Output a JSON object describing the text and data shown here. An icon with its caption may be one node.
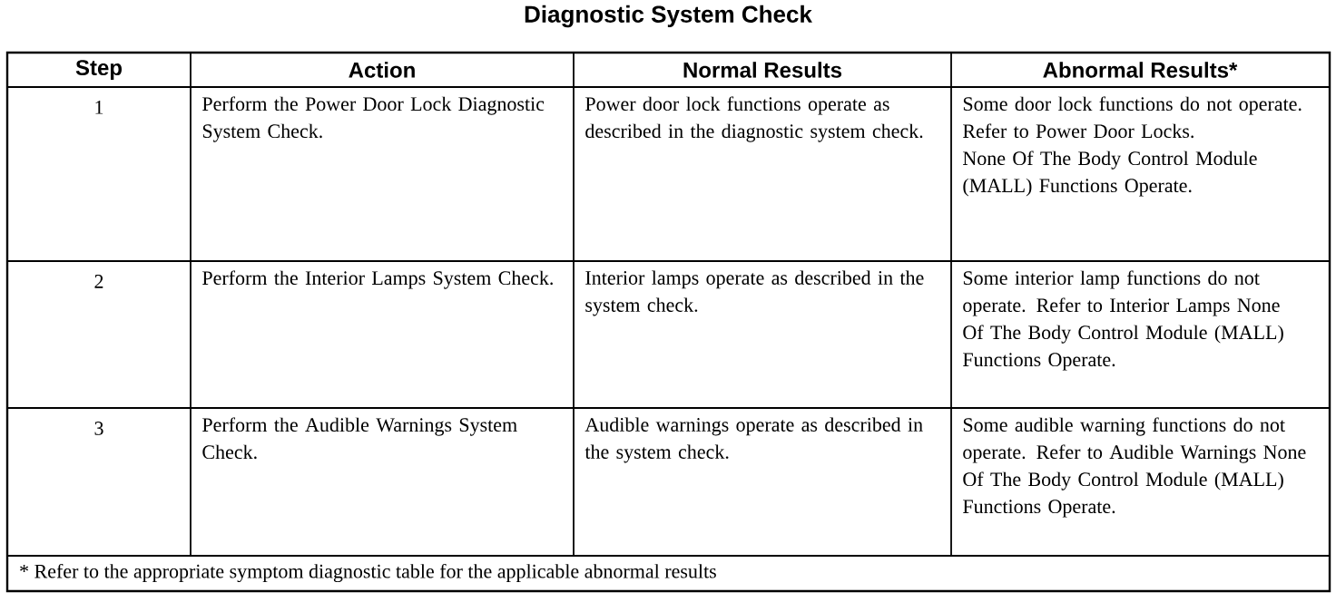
{
  "diagram": {
    "title": "Diagnostic System Check",
    "labels": [
      "Step",
      "Action",
      "Normal Results",
      "Abnormal Results*",
      "1",
      "Perform the Power Door Lock Diagnostic System Check.",
      "Power door lock functions operate as described in the diagnostic system check.",
      "Some door lock functions do not operate. Refer to Power Door Locks.",
      "None Of The Body Control Module (MALL) Functions Operate.",
      "2",
      "Perform the Interior Lamps System Check.",
      "Interior lamps operate as described in the system check.",
      "Some interior lamp functions do not operate. Refer to Interior Lamps None Of The Body Control Module (MALL) Functions Operate.",
      "3",
      "Perform the Audible Warnings System Check.",
      "Audible warnings operate as described in the system check.",
      "Some audible warning functions do not operate. Refer to Audible Warnings None Of The Body Control Module (MALL) Functions Operate.",
      "* Refer to the appropriate symptom diagnostic table for the applicable abnormal results"
    ]
  }
}
